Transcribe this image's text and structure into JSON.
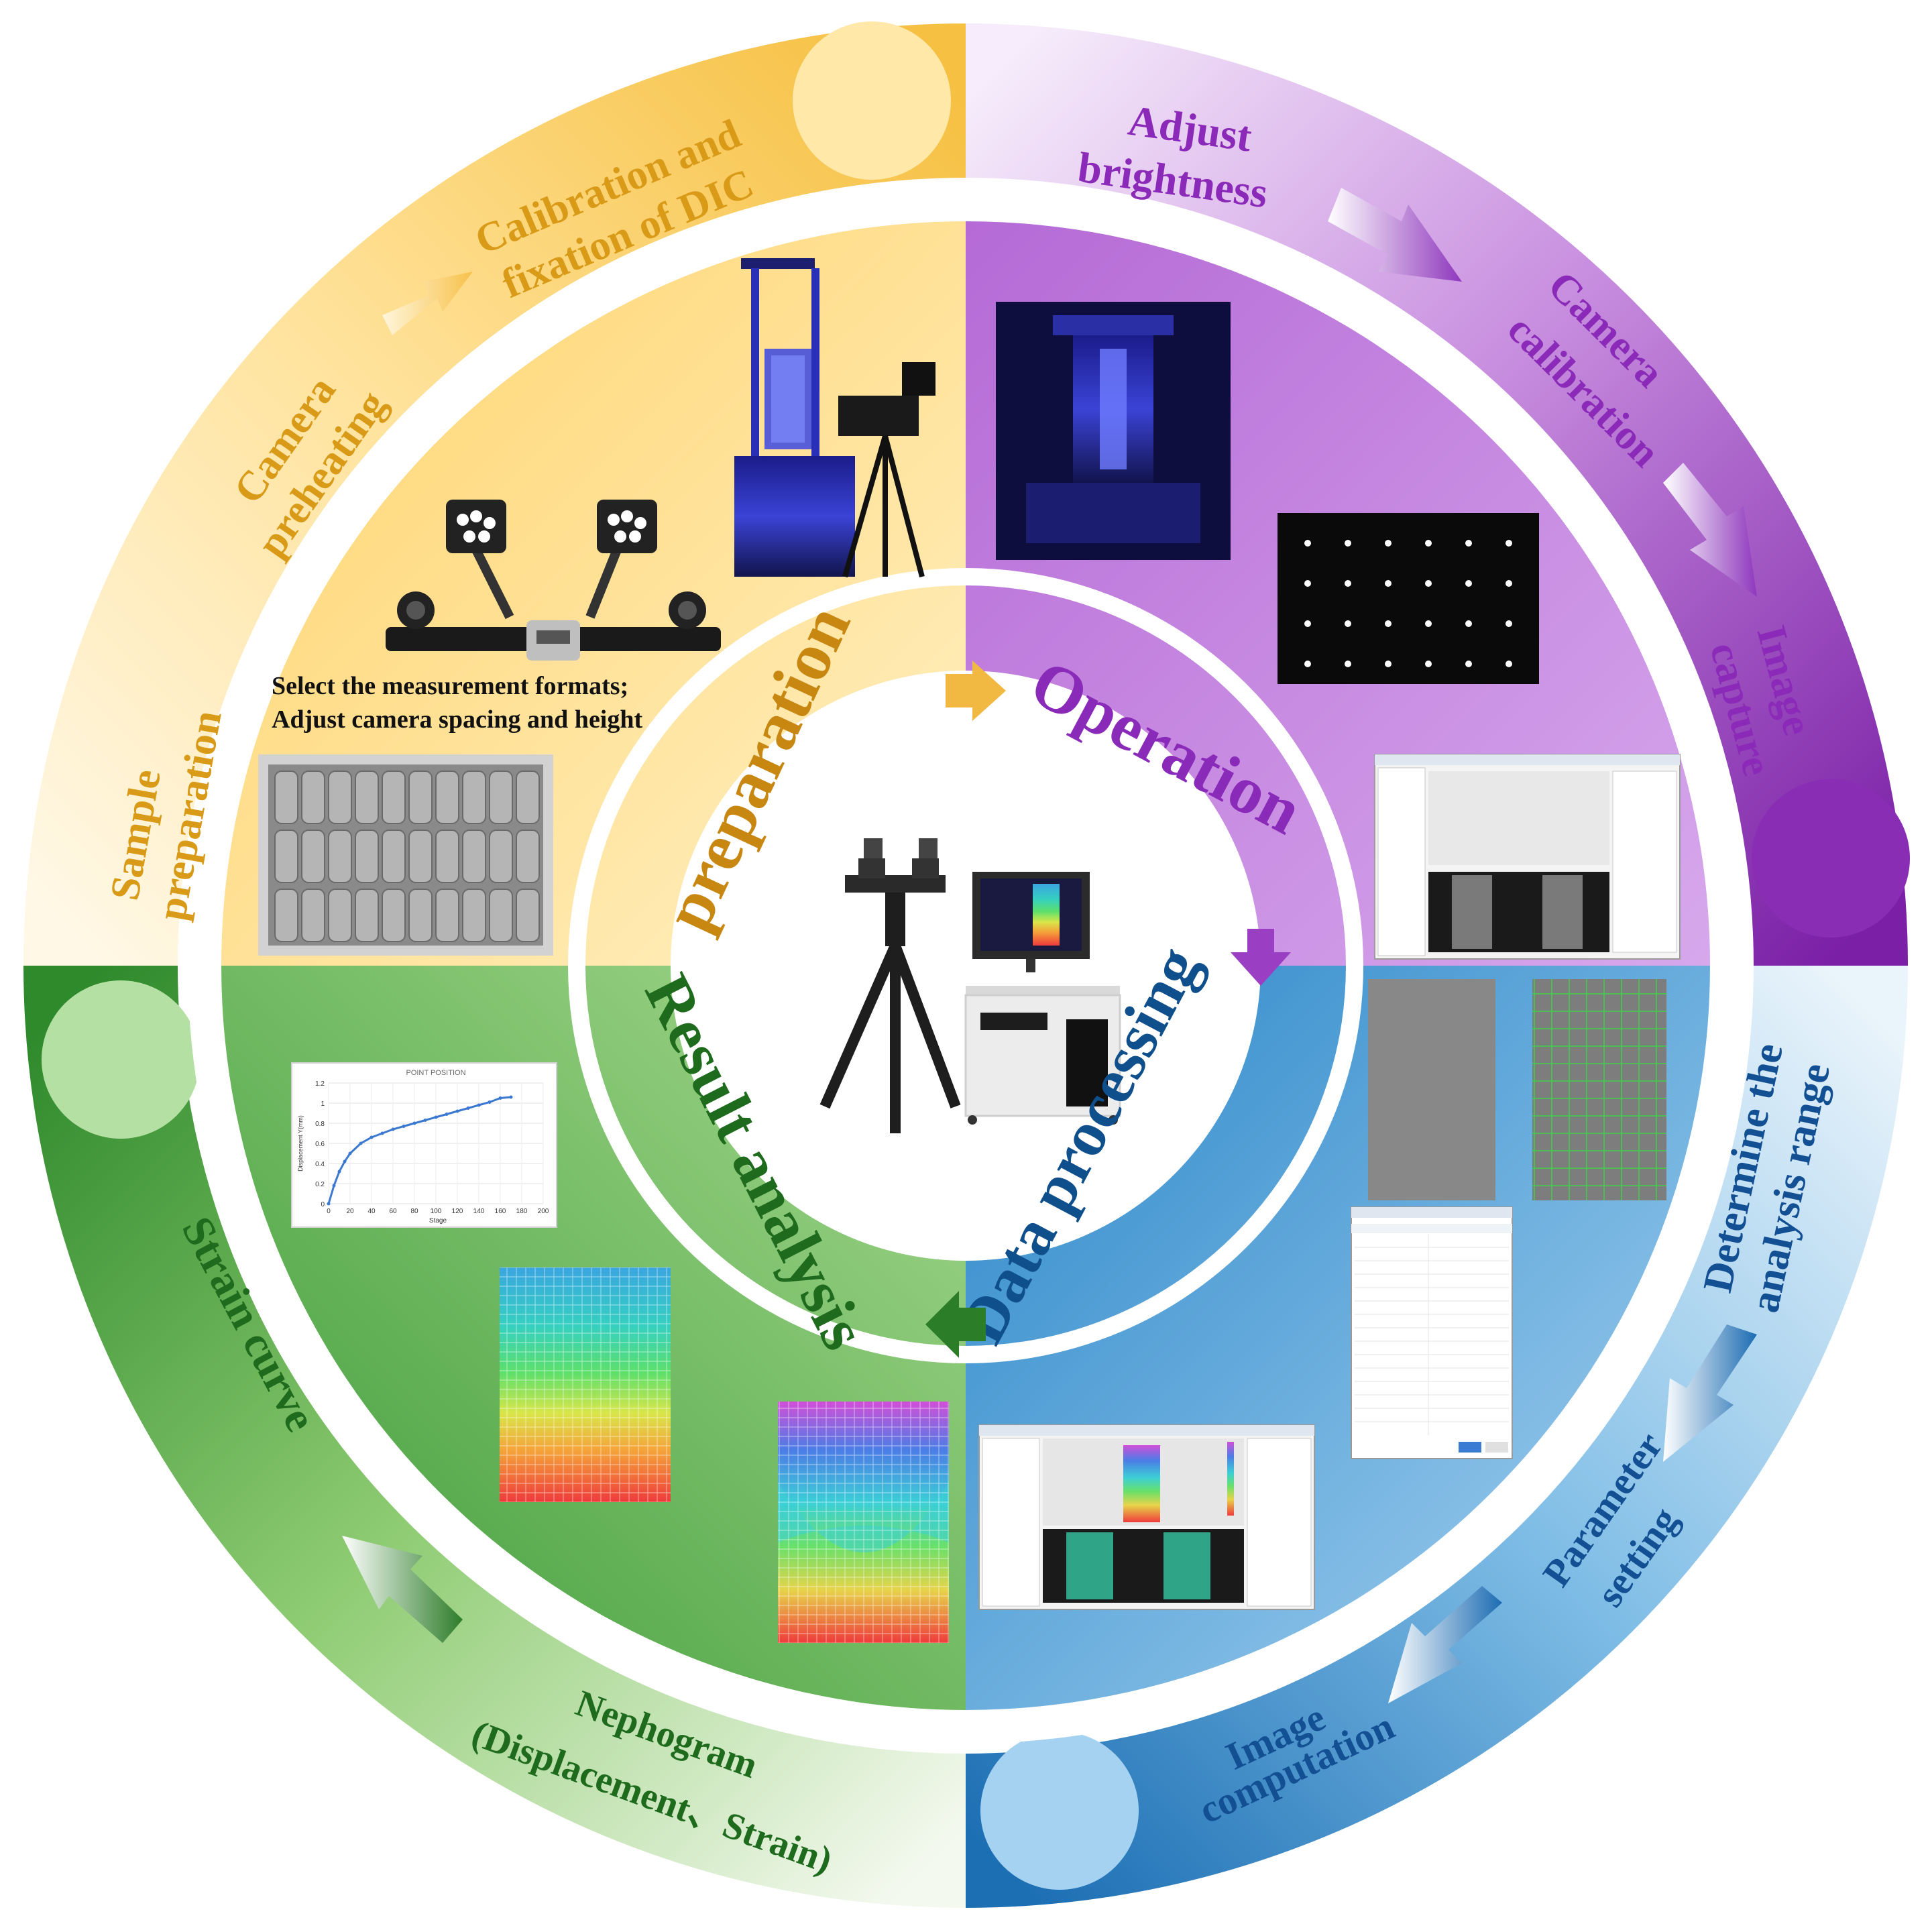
{
  "stages": {
    "preparation": "preparation",
    "operation": "Operation",
    "data_processing": "Data processing",
    "result_analysis": "Result analysis"
  },
  "ring": {
    "sample_preparation": [
      "Sample",
      "preparation"
    ],
    "camera_preheating": [
      "Camera",
      "preheating"
    ],
    "calibration_fixation": [
      "Calibration and",
      "fixation of DIC"
    ],
    "adjust_brightness": [
      "Adjust",
      "brightness"
    ],
    "camera_calibration": [
      "Camera",
      "calibration"
    ],
    "image_capture": [
      "Image",
      "capture"
    ],
    "analysis_range": [
      "Determine the",
      "analysis range"
    ],
    "parameter_setting": [
      "Parameter",
      "setting"
    ],
    "image_computation": [
      "Image",
      "computation"
    ],
    "nephogram": [
      "Nephogram",
      "(Displacement、Strain)"
    ],
    "strain_curve": "Strain curve"
  },
  "notes": {
    "measurement_formats": "Select the measurement formats;",
    "camera_spacing": "Adjust camera spacing and height"
  },
  "colors": {
    "preparation": "#f2b53a",
    "operation": "#9b3fc2",
    "data_processing": "#1b75bb",
    "result_analysis": "#3a8f34"
  },
  "chart_data": {
    "type": "line",
    "title": "POINT POSITION",
    "xlabel": "Stage",
    "ylabel": "Displacement Y(mm)",
    "xlim": [
      0,
      200
    ],
    "ylim": [
      0,
      1.2
    ],
    "xticks": [
      "0",
      "20",
      "40",
      "60",
      "80",
      "100",
      "120",
      "140",
      "160",
      "180",
      "200"
    ],
    "yticks": [
      "0",
      "0.2",
      "0.4",
      "0.6",
      "0.8",
      "1",
      "1.2"
    ],
    "x": [
      0,
      5,
      10,
      15,
      20,
      30,
      40,
      50,
      60,
      70,
      80,
      90,
      100,
      110,
      120,
      130,
      140,
      150,
      160,
      170
    ],
    "values": [
      0.0,
      0.18,
      0.32,
      0.42,
      0.5,
      0.6,
      0.66,
      0.7,
      0.74,
      0.77,
      0.8,
      0.83,
      0.86,
      0.89,
      0.92,
      0.95,
      0.98,
      1.01,
      1.05,
      1.06
    ]
  }
}
